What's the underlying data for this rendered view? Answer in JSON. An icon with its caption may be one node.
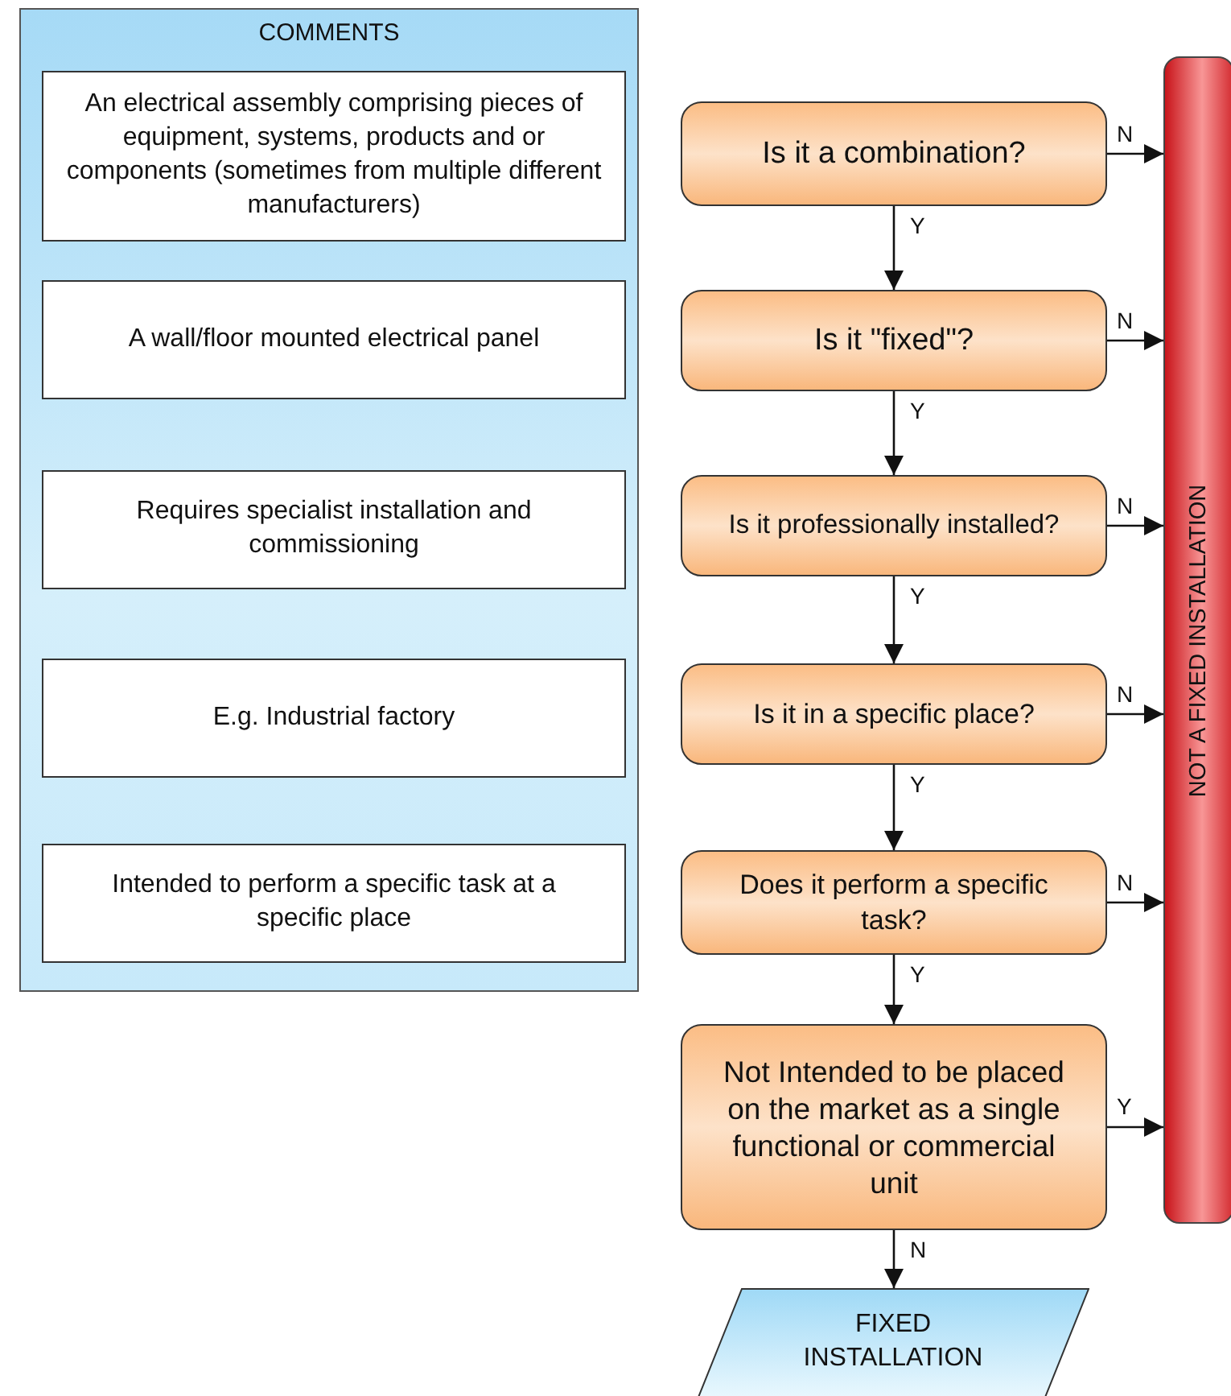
{
  "diagram": {
    "nodes": [
      {
        "text": [
          "COMMENTS"
        ]
      },
      {
        "text": [
          "An electrical assembly comprising pieces of equipment, systems, products and or components (sometimes from multiple different manufacturers)"
        ],
        "in": 0
      },
      {
        "text": [
          "A wall/floor mounted electrical panel"
        ],
        "in": 0
      },
      {
        "text": [
          "Requires specialist installation and commissioning"
        ],
        "in": 0
      },
      {
        "text": [
          "E.g. Industrial factory"
        ],
        "in": 0
      },
      {
        "text": [
          "Intended to perform a specific task at a specific place"
        ],
        "in": 0
      },
      {
        "text": [
          "Is it a combination?"
        ]
      },
      {
        "text": [
          "Is it \"fixed\"?"
        ]
      },
      {
        "text": [
          "Is it professionally installed?"
        ]
      },
      {
        "text": [
          "Is it in a specific place?"
        ]
      },
      {
        "text": [
          "Does it perform a specific task?"
        ]
      },
      {
        "text": [
          "Not Intended to be placed on the market as a single functional or commercial unit"
        ]
      },
      {
        "text": [
          "NOT A FIXED INSTALLATION"
        ]
      },
      {
        "text": [
          "FIXED INSTALLATION"
        ]
      }
    ],
    "edges": [
      {
        "from": 6,
        "to": 7,
        "arrow": "to",
        "label": "Y"
      },
      {
        "from": 7,
        "to": 8,
        "arrow": "to",
        "label": "Y"
      },
      {
        "from": 8,
        "to": 9,
        "arrow": "to",
        "label": "Y"
      },
      {
        "from": 9,
        "to": 10,
        "arrow": "to",
        "label": "Y"
      },
      {
        "from": 10,
        "to": 11,
        "arrow": "to",
        "label": "Y"
      },
      {
        "from": 11,
        "to": 13,
        "arrow": "to",
        "label": "N"
      },
      {
        "from": 6,
        "to": 12,
        "arrow": "to",
        "label": "N"
      },
      {
        "from": 7,
        "to": 12,
        "arrow": "to",
        "label": "N"
      },
      {
        "from": 8,
        "to": 12,
        "arrow": "to",
        "label": "N"
      },
      {
        "from": 9,
        "to": 12,
        "arrow": "to",
        "label": "N"
      },
      {
        "from": 10,
        "to": 12,
        "arrow": "to",
        "label": "N"
      },
      {
        "from": 11,
        "to": 12,
        "arrow": "to",
        "label": "Y"
      }
    ]
  }
}
